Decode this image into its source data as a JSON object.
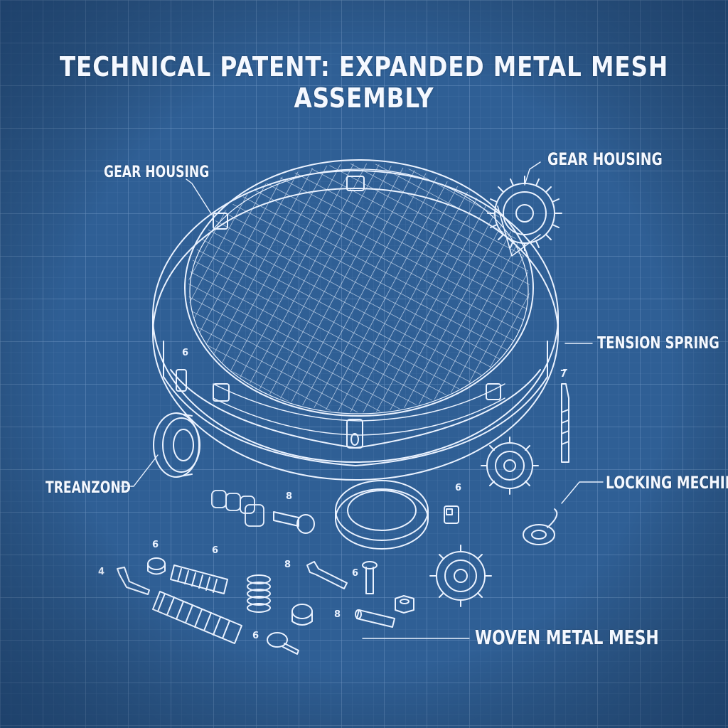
{
  "title": "TECHNICAL PATENT: EXPANDED METAL MESH ASSEMBLY",
  "callouts": {
    "gear_housing_left": "GEAR HOUSING",
    "gear_housing_right": "GEAR HOUSING",
    "tension_spring": "TENSION SPRING",
    "treanzond": "TREANZOND",
    "locking_mechanism": "LOCKING MECHINIST",
    "woven_metal_mesh": "WOVEN METAL MESH"
  },
  "part_marks": {
    "m1": "6",
    "m2": "8",
    "m3": "6",
    "m4": "6",
    "m5": "6",
    "m6": "8",
    "m7": "6",
    "m8": "4",
    "m9": "8",
    "m10": "6",
    "m11": "7"
  },
  "colors": {
    "background": "#2f5f95",
    "line": "#eaf2ff",
    "grid": "#6f97c4"
  }
}
